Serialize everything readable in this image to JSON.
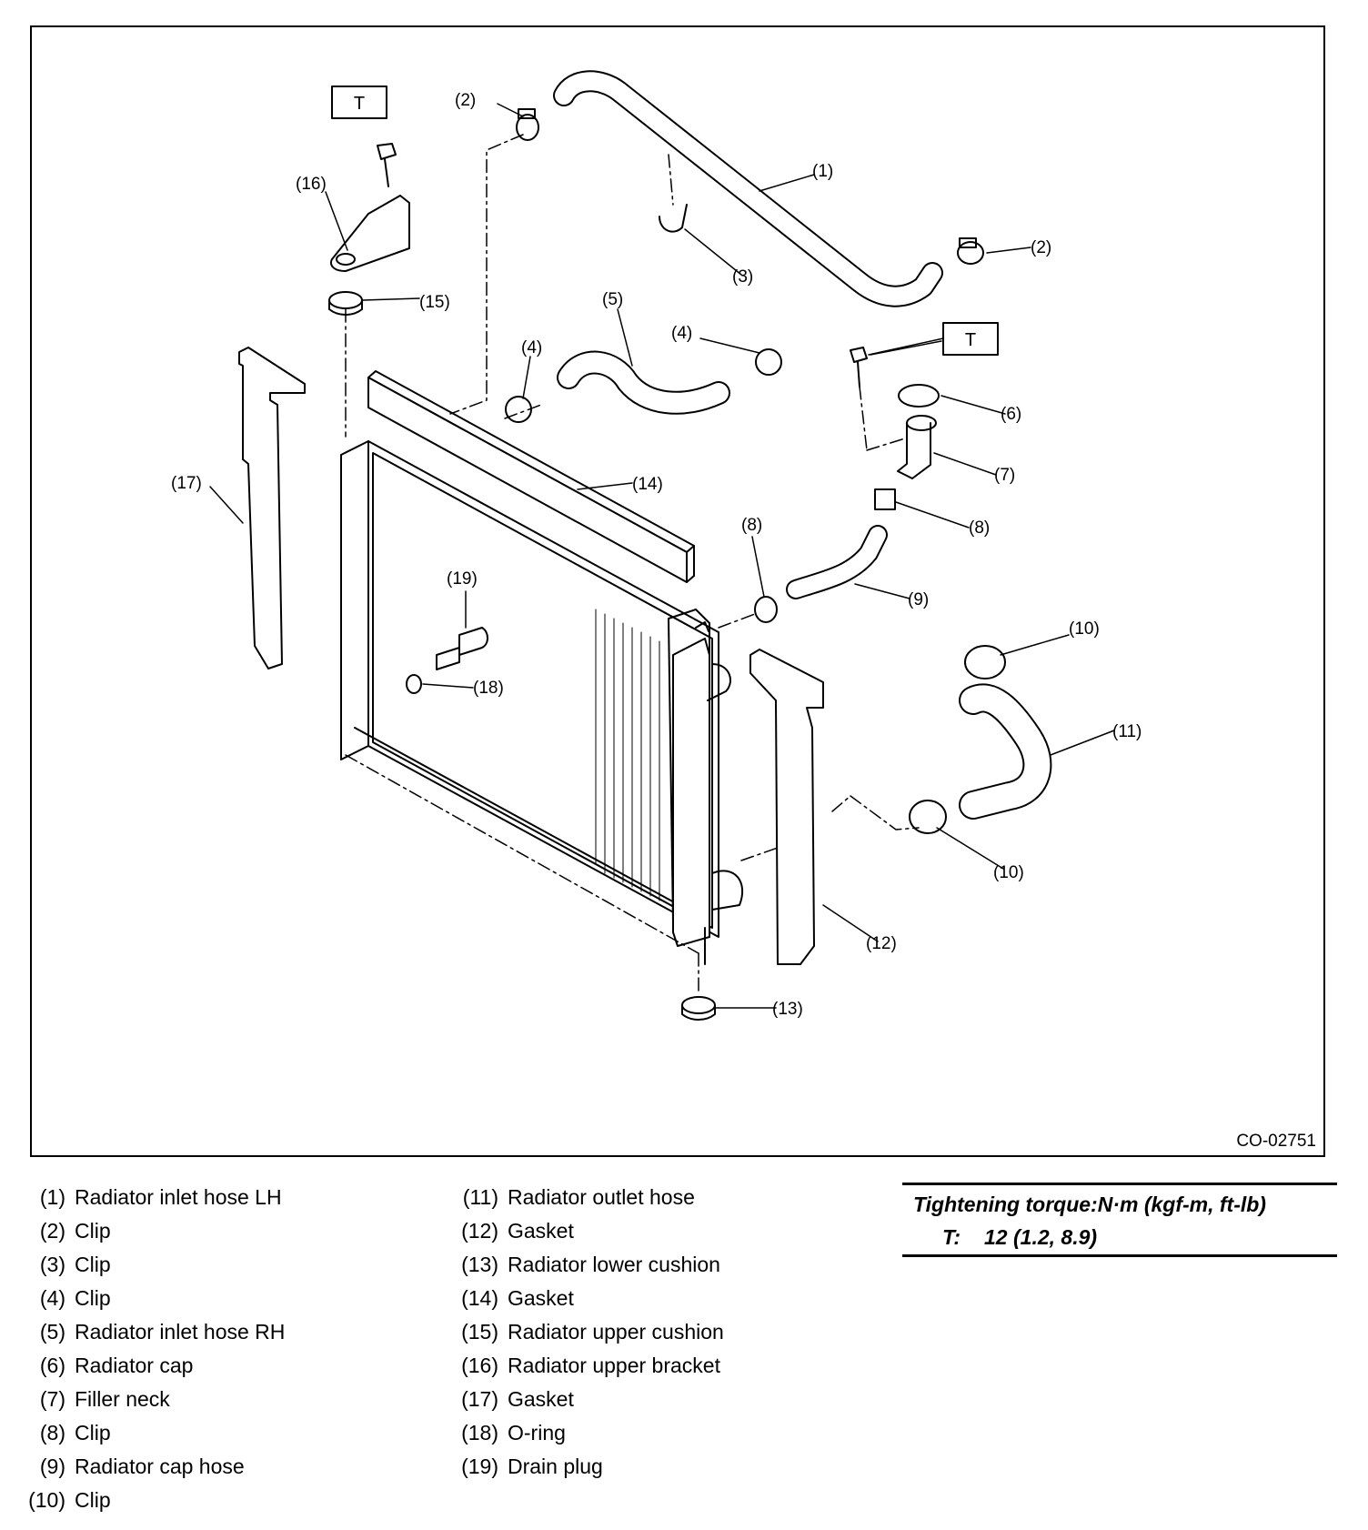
{
  "diagram": {
    "figure_id": "CO-02751",
    "callouts": [
      "(1)",
      "(2)",
      "(3)",
      "(4)",
      "(5)",
      "(6)",
      "(7)",
      "(8)",
      "(9)",
      "(10)",
      "(11)",
      "(12)",
      "(13)",
      "(14)",
      "(15)",
      "(16)",
      "(17)",
      "(18)",
      "(19)"
    ],
    "torque_marker": "T"
  },
  "legend": {
    "left": [
      {
        "num": "(1)",
        "label": "Radiator inlet hose LH"
      },
      {
        "num": "(2)",
        "label": "Clip"
      },
      {
        "num": "(3)",
        "label": "Clip"
      },
      {
        "num": "(4)",
        "label": "Clip"
      },
      {
        "num": "(5)",
        "label": "Radiator inlet hose RH"
      },
      {
        "num": "(6)",
        "label": "Radiator cap"
      },
      {
        "num": "(7)",
        "label": "Filler neck"
      },
      {
        "num": "(8)",
        "label": "Clip"
      },
      {
        "num": "(9)",
        "label": "Radiator cap hose"
      },
      {
        "num": "(10)",
        "label": "Clip"
      }
    ],
    "right": [
      {
        "num": "(11)",
        "label": "Radiator outlet hose"
      },
      {
        "num": "(12)",
        "label": "Gasket"
      },
      {
        "num": "(13)",
        "label": "Radiator lower cushion"
      },
      {
        "num": "(14)",
        "label": "Gasket"
      },
      {
        "num": "(15)",
        "label": "Radiator upper cushion"
      },
      {
        "num": "(16)",
        "label": "Radiator upper bracket"
      },
      {
        "num": "(17)",
        "label": "Gasket"
      },
      {
        "num": "(18)",
        "label": "O-ring"
      },
      {
        "num": "(19)",
        "label": "Drain plug"
      }
    ]
  },
  "torque": {
    "title": "Tightening torque:N·m (kgf-m, ft-lb)",
    "symbol": "T:",
    "spec": "12 (1.2, 8.9)"
  }
}
